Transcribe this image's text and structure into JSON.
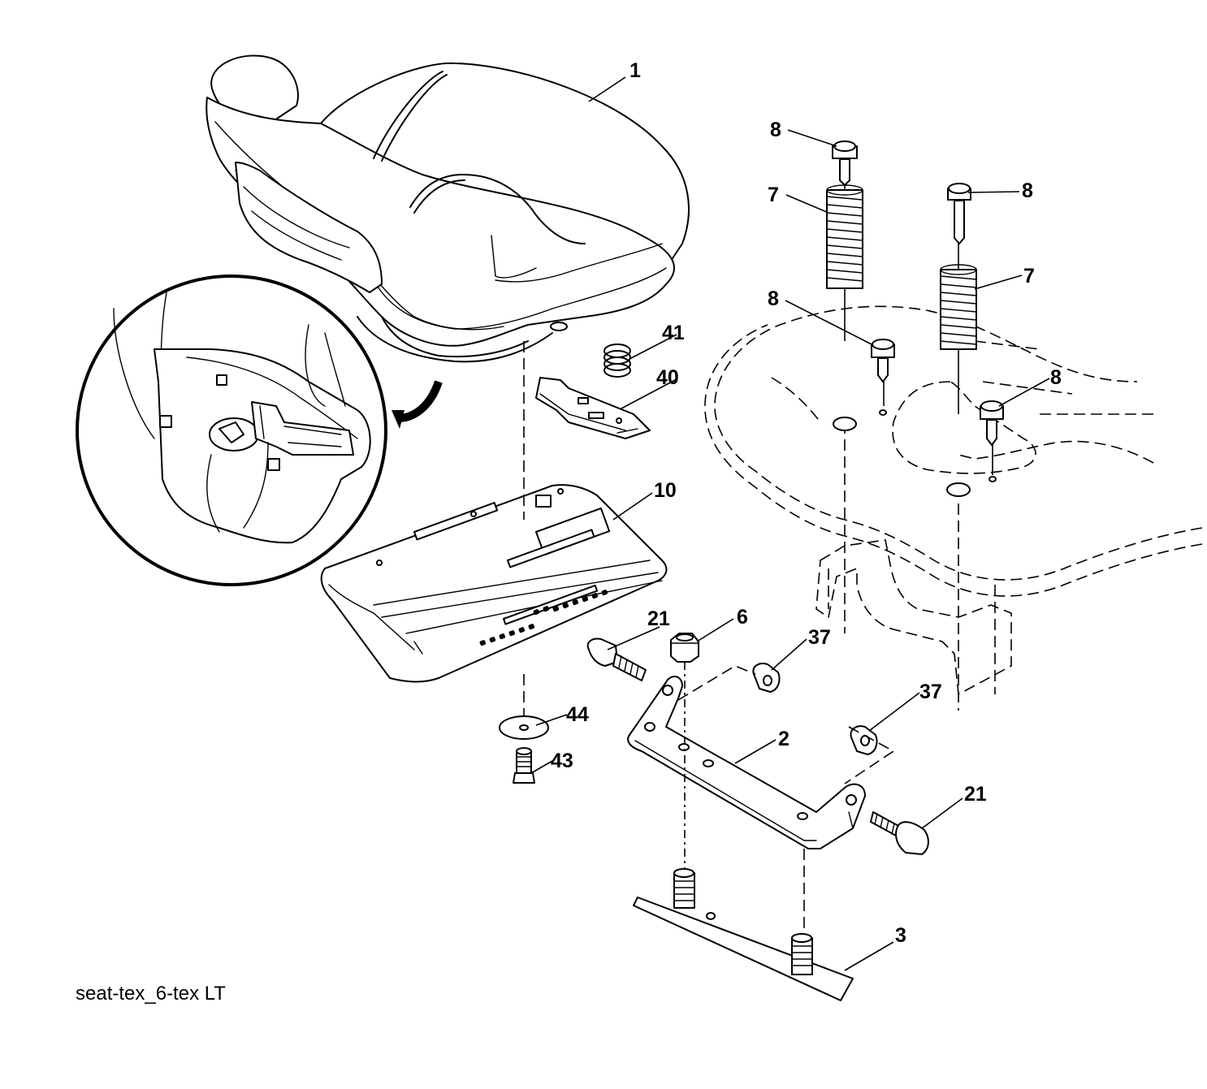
{
  "caption": "seat-tex_6-tex LT",
  "callouts": {
    "seat": "1",
    "seat_bracket": "2",
    "mount_plate": "3",
    "nut_6": "6",
    "spring_left": "7",
    "spring_right": "7",
    "bolt_8_top_left": "8",
    "bolt_8_top_right": "8",
    "bolt_8_mid_left": "8",
    "bolt_8_mid_right": "8",
    "seat_pan": "10",
    "bolt_21_left": "21",
    "bolt_21_right": "21",
    "nut_37_left": "37",
    "nut_37_right": "37",
    "clip": "40",
    "small_spring": "41",
    "screw_43": "43",
    "washer_44": "44"
  }
}
